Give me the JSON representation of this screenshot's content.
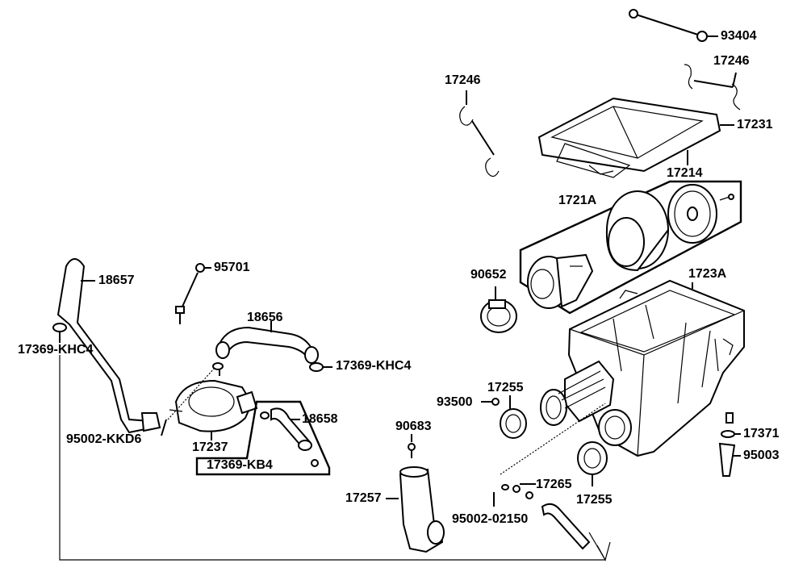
{
  "diagram": {
    "labels": {
      "p93404": "93404",
      "p17246_right": "17246",
      "p17246_left": "17246",
      "p17231": "17231",
      "p17214": "17214",
      "p1721A": "1721A",
      "p90652": "90652",
      "p1723A": "1723A",
      "p18657": "18657",
      "p95701": "95701",
      "p18656": "18656",
      "p17369_khc4_left": "17369-KHC4",
      "p17369_khc4_right": "17369-KHC4",
      "p17255_top": "17255",
      "p93500": "93500",
      "p18658": "18658",
      "p95002_kkd6": "95002-KKD6",
      "p90683": "90683",
      "p17237": "17237",
      "p17369_kb4": "17369-KB4",
      "p17371": "17371",
      "p95003": "95003",
      "p17257": "17257",
      "p17265": "17265",
      "p17255_bottom": "17255",
      "p95002_02150": "95002-02150"
    }
  }
}
